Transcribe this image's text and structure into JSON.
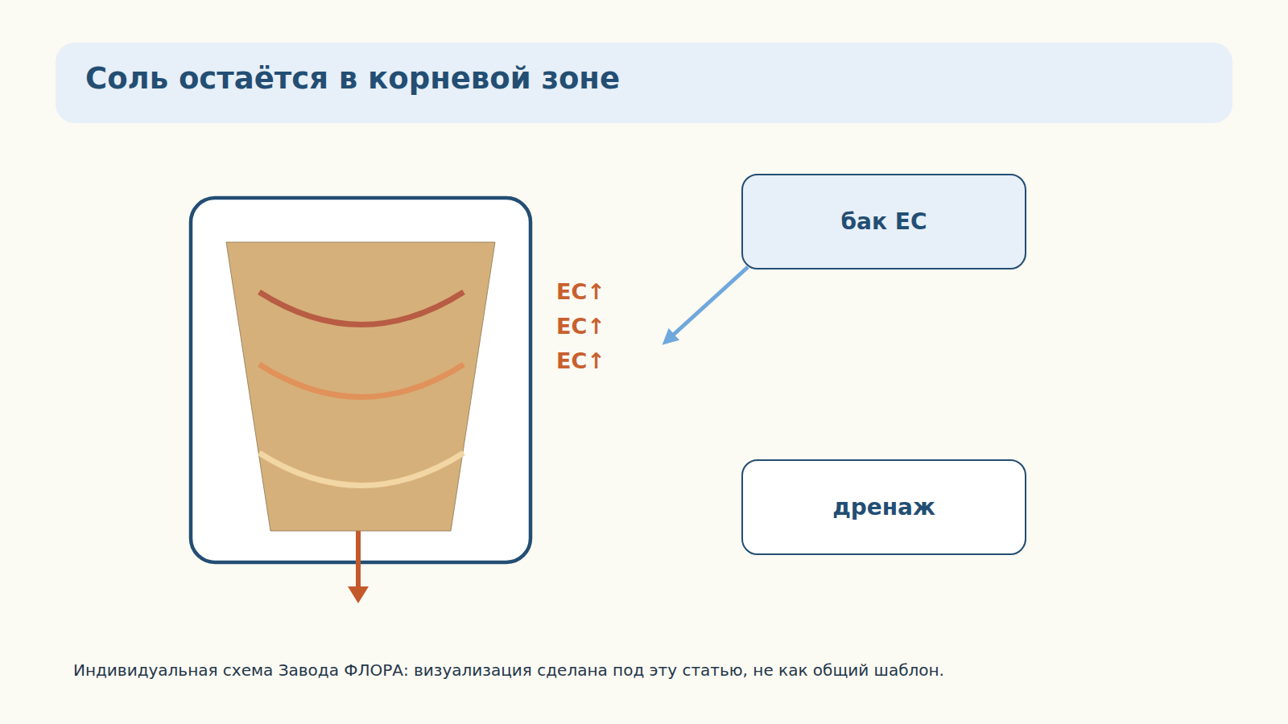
{
  "diagram": {
    "title": "Соль остаётся в корневой зоне",
    "caption": "Индивидуальная схема Завода ФЛОРА: визуализация сделана под эту статью, не как общий шаблон.",
    "nodes": [
      {
        "text": [
          "бак EC"
        ]
      },
      {
        "text": [
          "дренаж"
        ]
      }
    ],
    "labels": [
      "EC↑",
      "EC↑",
      "EC↑"
    ]
  }
}
